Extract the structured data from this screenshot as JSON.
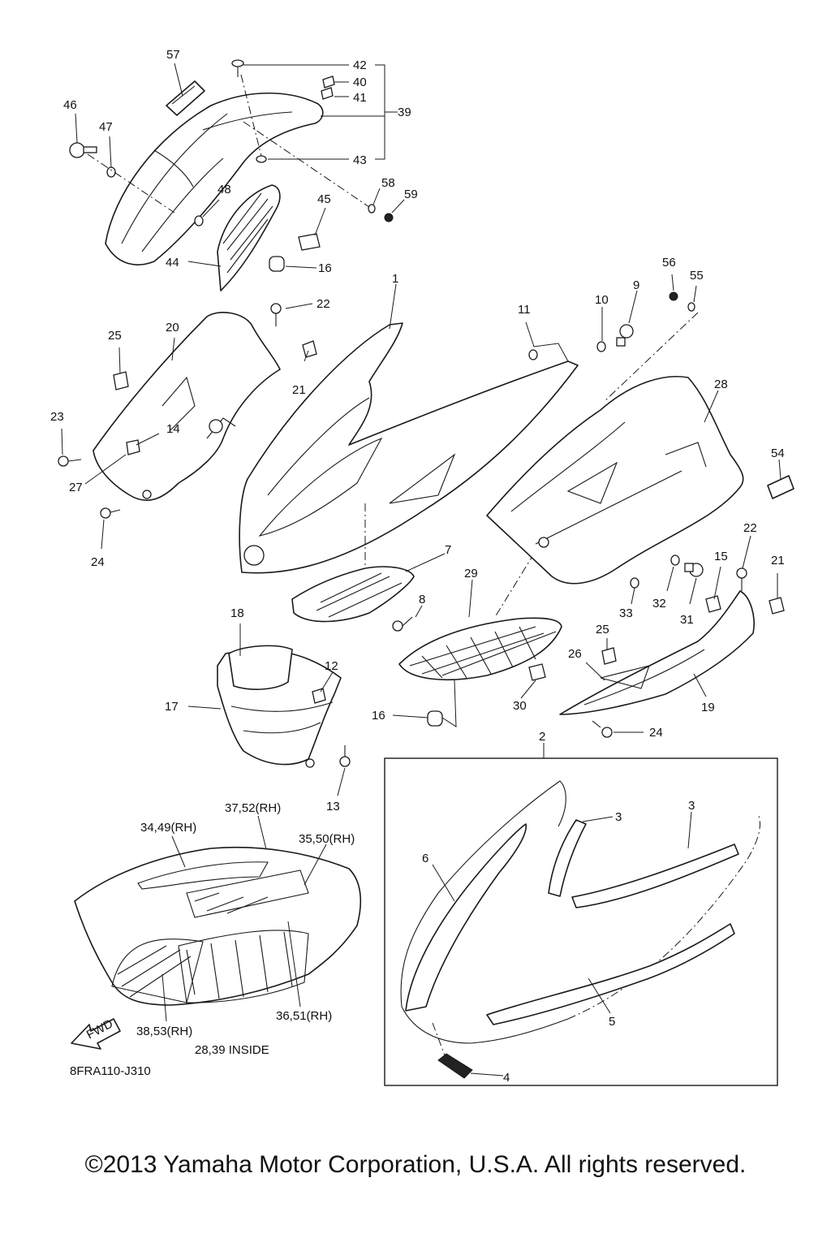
{
  "callouts": {
    "c1": "1",
    "c2": "2",
    "c3a": "3",
    "c3b": "3",
    "c4": "4",
    "c5": "5",
    "c6": "6",
    "c7": "7",
    "c8": "8",
    "c9": "9",
    "c10": "10",
    "c11": "11",
    "c12": "12",
    "c13": "13",
    "c14": "14",
    "c15": "15",
    "c16a": "16",
    "c16b": "16",
    "c17": "17",
    "c18": "18",
    "c19": "19",
    "c20": "20",
    "c21a": "21",
    "c21b": "21",
    "c22a": "22",
    "c22b": "22",
    "c23": "23",
    "c24a": "24",
    "c24b": "24",
    "c25a": "25",
    "c25b": "25",
    "c26": "26",
    "c27": "27",
    "c28": "28",
    "c29": "29",
    "c30": "30",
    "c31": "31",
    "c32": "32",
    "c33": "33",
    "c34": "34,49(RH)",
    "c35": "35,50(RH)",
    "c36": "36,51(RH)",
    "c37": "37,52(RH)",
    "c38": "38,53(RH)",
    "c39": "39",
    "c40": "40",
    "c41": "41",
    "c42": "42",
    "c43": "43",
    "c44": "44",
    "c45": "45",
    "c46": "46",
    "c47": "47",
    "c48": "48",
    "c54": "54",
    "c55": "55",
    "c56": "56",
    "c57": "57",
    "c58": "58",
    "c59": "59"
  },
  "notes": {
    "inside": "28,39 INSIDE",
    "diagram_code": "8FRA110-J310",
    "fwd": "FWD"
  },
  "footer": {
    "copyright": "©2013 Yamaha Motor Corporation, U.S.A. All rights reserved."
  }
}
